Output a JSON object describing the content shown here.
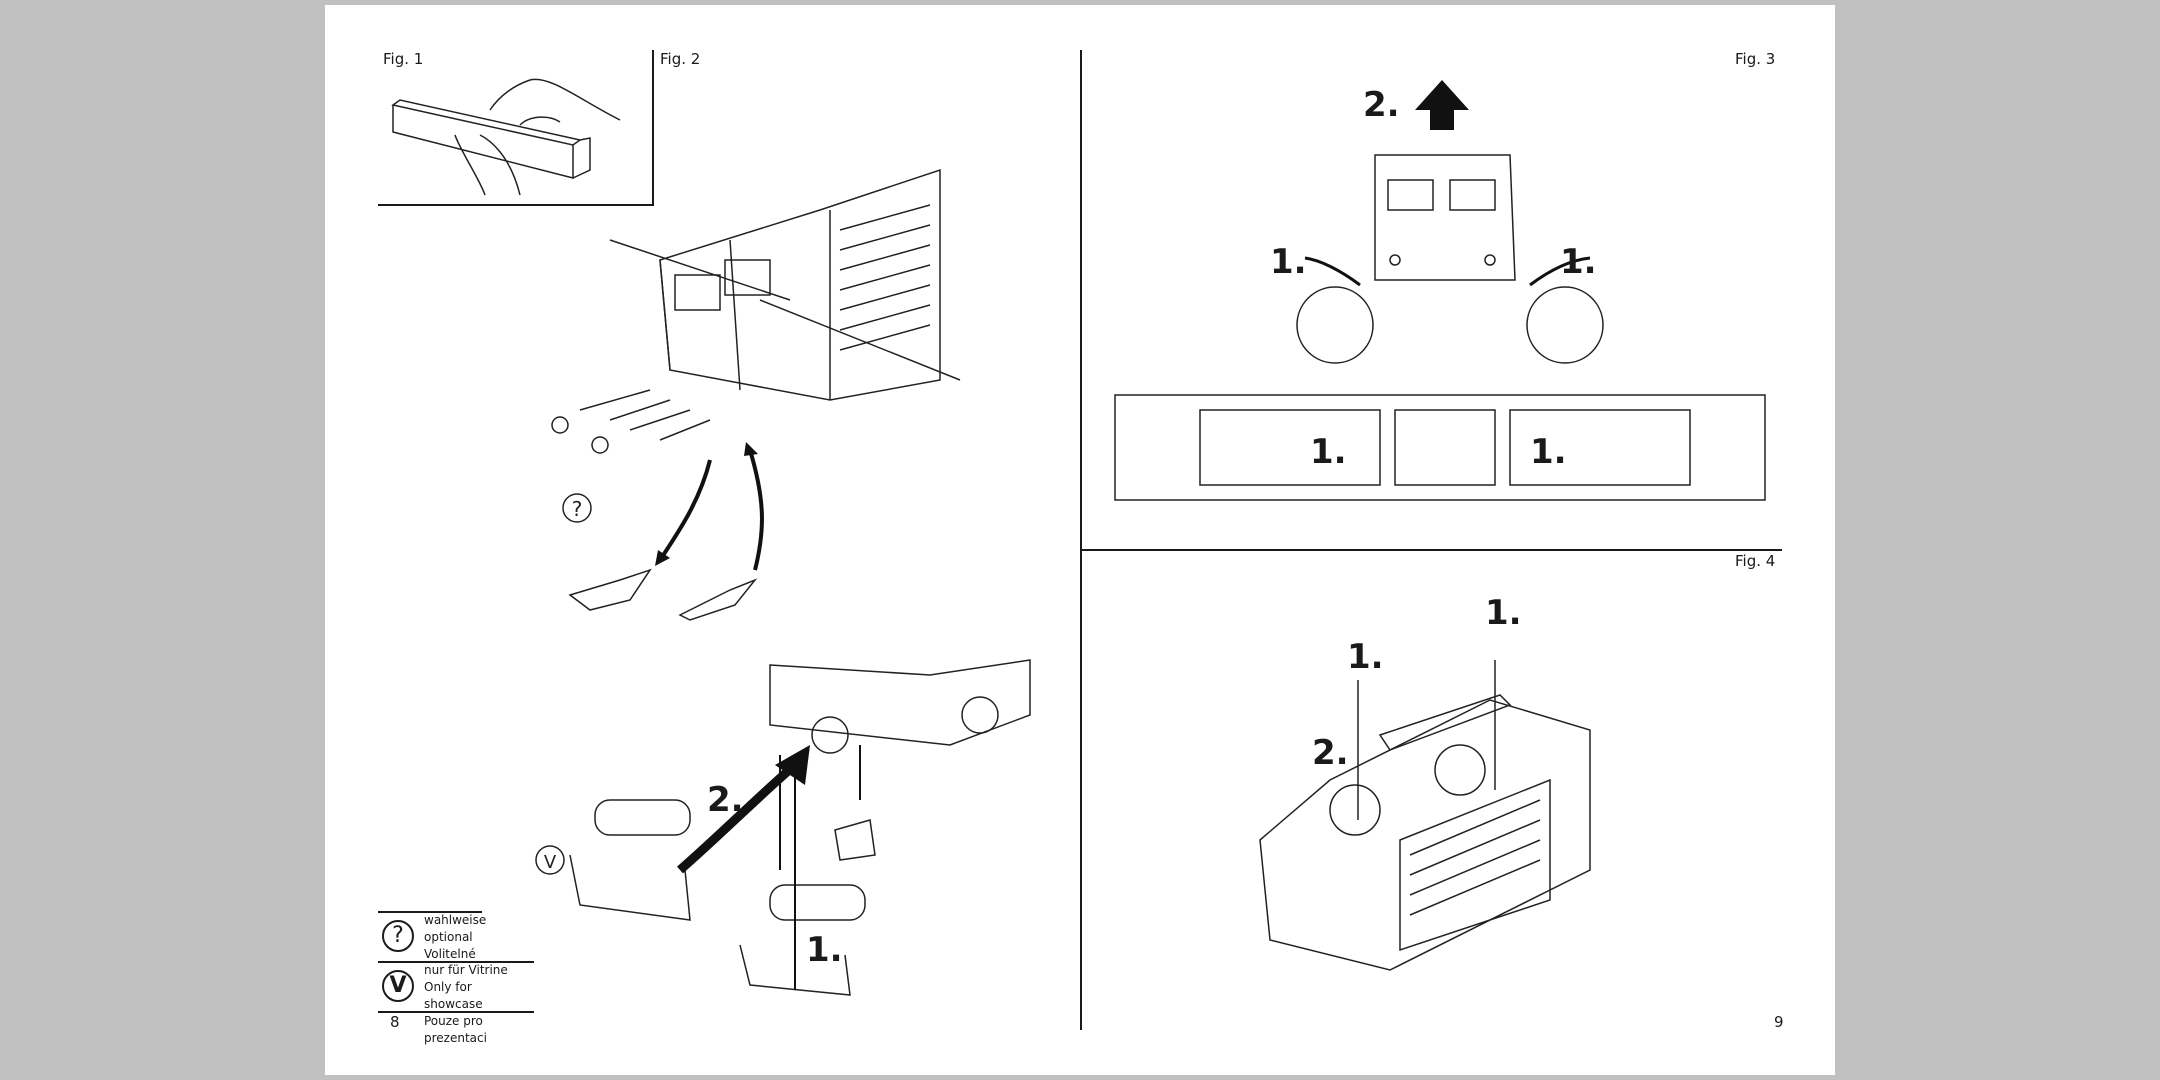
{
  "figures": {
    "fig1": "Fig. 1",
    "fig2": "Fig. 2",
    "fig3": "Fig. 3",
    "fig4": "Fig. 4"
  },
  "steps": {
    "fig2_step1": "1.",
    "fig2_step2": "2.",
    "fig3_step2": "2.",
    "fig3_step1_left": "1.",
    "fig3_step1_right": "1.",
    "fig3_step1_bottom_left": "1.",
    "fig3_step1_bottom_right": "1.",
    "fig4_step1_left": "1.",
    "fig4_step1_right": "1.",
    "fig4_step2": "2."
  },
  "legend": {
    "optional_symbol": "?",
    "optional_lines": [
      "wahlweise",
      "optional",
      "Volitelné"
    ],
    "showcase_symbol": "V",
    "showcase_lines": [
      "nur für Vitrine",
      "Only for showcase",
      "Pouze pro prezentaci"
    ]
  },
  "page_numbers": {
    "left": "8",
    "right": "9"
  }
}
